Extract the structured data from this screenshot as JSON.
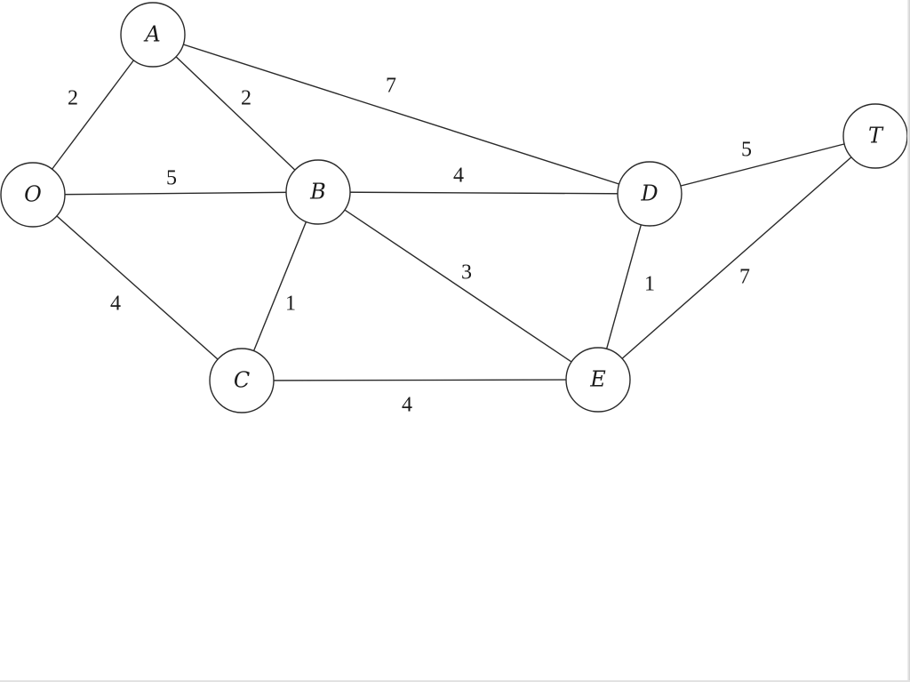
{
  "graph": {
    "nodes": [
      {
        "id": "A",
        "label": "A"
      },
      {
        "id": "O",
        "label": "O"
      },
      {
        "id": "B",
        "label": "B"
      },
      {
        "id": "C",
        "label": "C"
      },
      {
        "id": "D",
        "label": "D"
      },
      {
        "id": "E",
        "label": "E"
      },
      {
        "id": "T",
        "label": "T"
      }
    ],
    "edges": [
      {
        "from": "O",
        "to": "A",
        "weight": "2"
      },
      {
        "from": "A",
        "to": "B",
        "weight": "2"
      },
      {
        "from": "A",
        "to": "D",
        "weight": "7"
      },
      {
        "from": "O",
        "to": "B",
        "weight": "5"
      },
      {
        "from": "O",
        "to": "C",
        "weight": "4"
      },
      {
        "from": "B",
        "to": "C",
        "weight": "1"
      },
      {
        "from": "B",
        "to": "D",
        "weight": "4"
      },
      {
        "from": "B",
        "to": "E",
        "weight": "3"
      },
      {
        "from": "C",
        "to": "E",
        "weight": "4"
      },
      {
        "from": "D",
        "to": "E",
        "weight": "1"
      },
      {
        "from": "D",
        "to": "T",
        "weight": "5"
      },
      {
        "from": "E",
        "to": "T",
        "weight": "7"
      }
    ]
  }
}
